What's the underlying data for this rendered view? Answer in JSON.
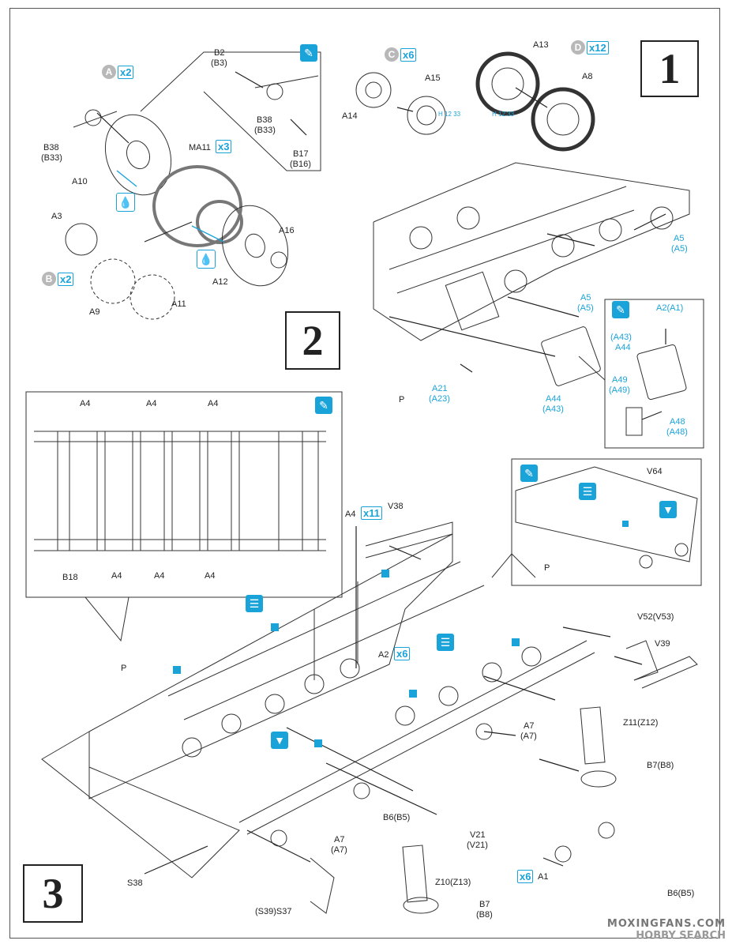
{
  "steps": {
    "step1": "1",
    "step2": "2",
    "step3": "3"
  },
  "parts_row": {
    "badge_c_letter": "C",
    "badge_c_mult": "x6",
    "badge_d_letter": "D",
    "badge_d_mult": "x12",
    "a14": "A14",
    "a15": "A15",
    "a13": "A13",
    "a8": "A8",
    "wheel_note1": "H 12 33",
    "wheel_note2": "H 12 33"
  },
  "step2": {
    "badge_a_letter": "A",
    "badge_a_mult": "x2",
    "badge_b_letter": "B",
    "badge_b_mult": "x2",
    "b2": "B2",
    "b3": "(B3)",
    "b38_top": "B38",
    "b33_top": "(B33)",
    "b17": "B17",
    "b16": "(B16)",
    "b38_left": "B38",
    "b33_left": "(B33)",
    "a10": "A10",
    "ma11": "MA11",
    "ma11_mult": "x3",
    "a16": "A16",
    "a12": "A12",
    "a3": "A3",
    "a9": "A9",
    "a11": "A11"
  },
  "step1": {
    "a5_1": "A5",
    "a5_1b": "(A5)",
    "a5_2": "A5",
    "a5_2b": "(A5)",
    "a2": "A2(A1)",
    "a43": "(A43)",
    "a44": "A44",
    "a49": "A49",
    "a49b": "(A49)",
    "a48": "A48",
    "a48b": "(A48)",
    "a21": "A21",
    "a23": "(A23)",
    "a44_lower": "A44",
    "a43_lower": "(A43)",
    "p": "P"
  },
  "step3_inset": {
    "a4_top1": "A4",
    "a4_top2": "A4",
    "a4_top3": "A4",
    "a4_bot1": "A4",
    "a4_bot2": "A4",
    "a4_bot3": "A4",
    "b18": "B18"
  },
  "step3_right_inset": {
    "v64": "V64",
    "p": "P"
  },
  "step3": {
    "a4x": "A4",
    "a4_mult": "x11",
    "v38": "V38",
    "p": "P",
    "v52": "V52(V53)",
    "v39": "V39",
    "a2": "A2",
    "a2_mult": "x6",
    "a7_1": "A7",
    "a7_1b": "(A7)",
    "z11": "Z11(Z12)",
    "b7": "B7(B8)",
    "b6": "B6(B5)",
    "v21": "V21",
    "v21b": "(V21)",
    "a7_2": "A7",
    "a7_2b": "(A7)",
    "z10": "Z10(Z13)",
    "b7_2": "B7",
    "b8_2": "(B8)",
    "a1": "A1",
    "a1_mult": "x6",
    "s38": "S38",
    "s37": "(S39)S37",
    "b6_right": "B6(B5)"
  },
  "watermark": {
    "line1": "MOXINGFANS.COM",
    "line2": "HOBBY SEARCH"
  },
  "icons": {
    "glue": "glue-icon",
    "paint": "paint-icon",
    "cement": "cement-icon",
    "drill": "drill-icon"
  },
  "colors": {
    "accent": "#1aa3d9",
    "badge_gray": "#b8b8b8"
  }
}
